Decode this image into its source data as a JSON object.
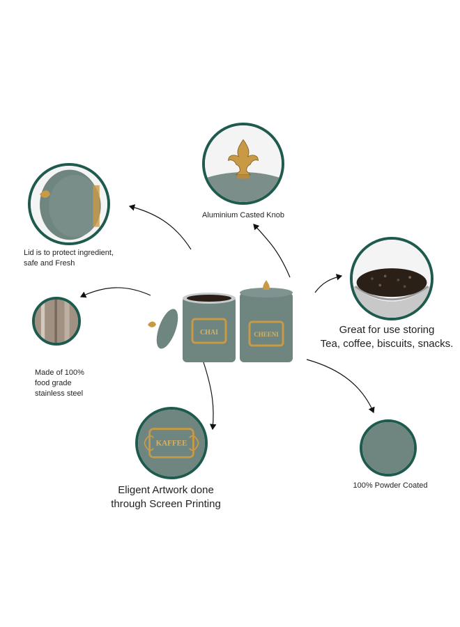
{
  "features": {
    "knob_label": "Aluminium Casted Knob",
    "lid_label_line1": "Lid is to protect ingredient,",
    "lid_label_line2": "safe and Fresh",
    "steel_label_line1": "Made of 100%",
    "steel_label_line2": "food grade",
    "steel_label_line3": "stainless steel",
    "storage_label_line1": "Great for use storing",
    "storage_label_line2": "Tea, coffee, biscuits, snacks.",
    "artwork_label_line1": "Eligent Artwork done",
    "artwork_label_line2": "through Screen Printing",
    "coating_label": "100% Powder Coated"
  },
  "product": {
    "jar1_text": "CHAI",
    "jar2_text": "CHEENI",
    "artwork_text": "KAFFEE"
  },
  "colors": {
    "accent_ring": "#1f5a4e",
    "canister": "#6f8580",
    "gold": "#c99a45"
  }
}
